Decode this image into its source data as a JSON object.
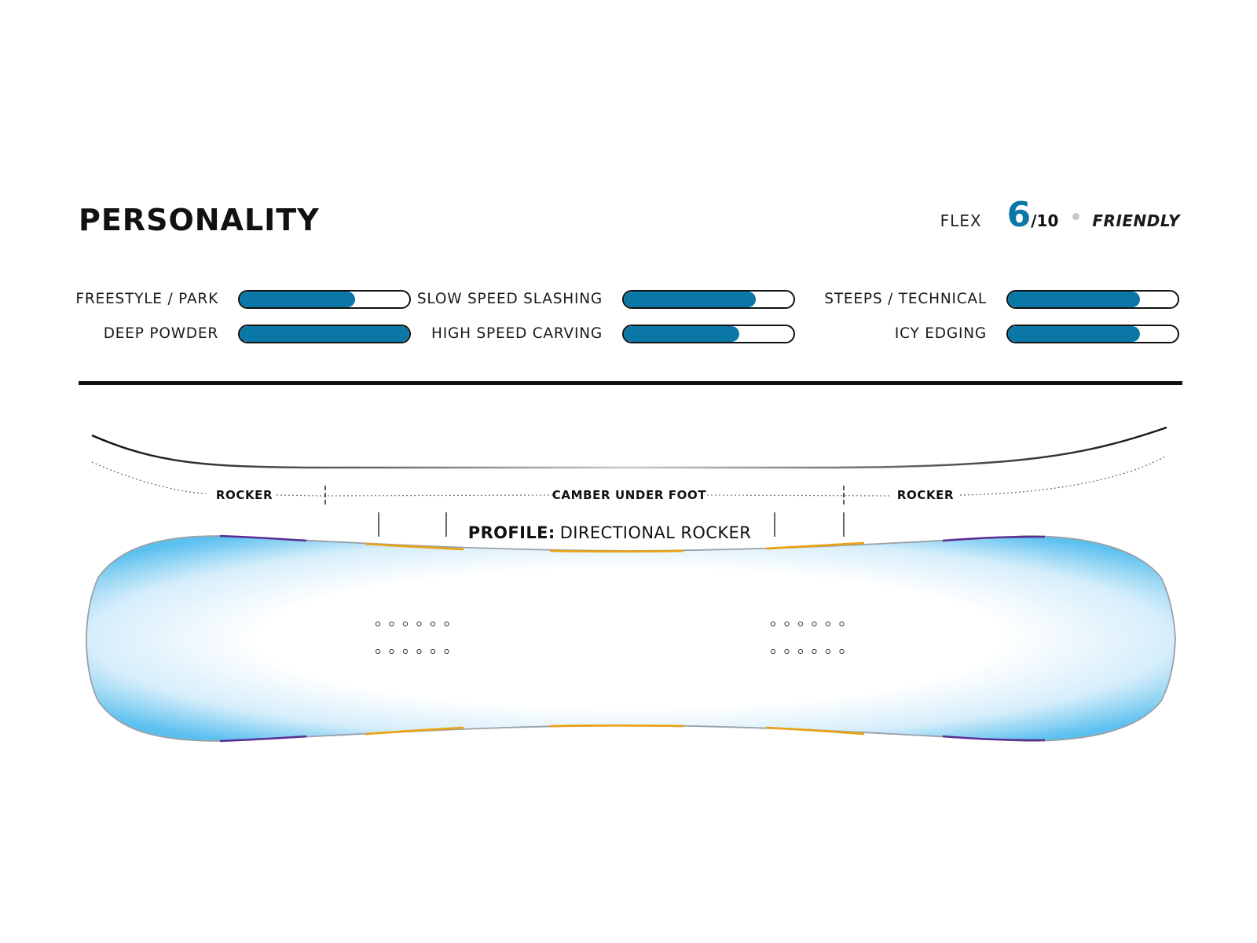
{
  "personality": {
    "title": "PERSONALITY"
  },
  "flex": {
    "label": "FLEX",
    "value": "6",
    "max": "/10",
    "description": "FRIENDLY",
    "accent_color": "#0a77a6"
  },
  "traits": [
    {
      "label": "FREESTYLE / PARK",
      "level": 0.68
    },
    {
      "label": "DEEP POWDER",
      "level": 1.0
    },
    {
      "label": "SLOW SPEED SLASHING",
      "level": 0.78
    },
    {
      "label": "HIGH SPEED CARVING",
      "level": 0.68
    },
    {
      "label": "STEEPS / TECHNICAL",
      "level": 0.78
    },
    {
      "label": "ICY EDGING",
      "level": 0.78
    }
  ],
  "profile": {
    "zones": [
      "ROCKER",
      "CAMBER UNDER FOOT",
      "ROCKER"
    ],
    "label_bold": "PROFILE:",
    "label_value": "DIRECTIONAL ROCKER"
  },
  "colors": {
    "bar_fill": "#0a77a6",
    "board_edge_blue": "#5cc0ef",
    "camber_orange": "#e8a317",
    "rocker_purple": "#5b2d91"
  }
}
